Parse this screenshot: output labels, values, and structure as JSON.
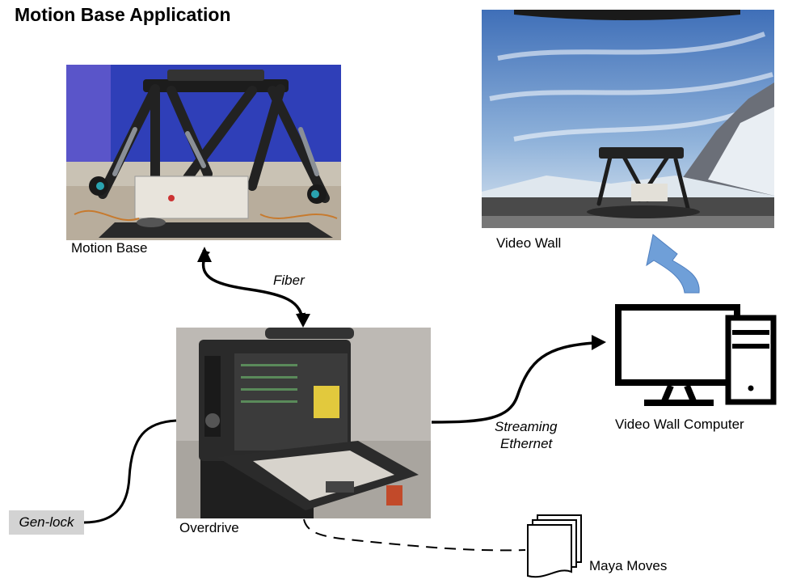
{
  "title": "Motion Base Application",
  "nodes": {
    "motion_base": "Motion Base",
    "video_wall": "Video Wall",
    "video_wall_computer": "Video Wall Computer",
    "overdrive": "Overdrive",
    "gen_lock": "Gen-lock",
    "maya_moves": "Maya Moves"
  },
  "links": {
    "fiber": "Fiber",
    "streaming_line1": "Streaming",
    "streaming_line2": "Ethernet"
  },
  "icons": {
    "computer": "desktop-computer-icon",
    "documents": "document-stack-icon",
    "upload_arrow": "curved-up-arrow-icon"
  },
  "colors": {
    "upload_arrow": "#6f9fd8",
    "gen_lock_bg": "#d3d3d3",
    "stroke": "#000000"
  }
}
